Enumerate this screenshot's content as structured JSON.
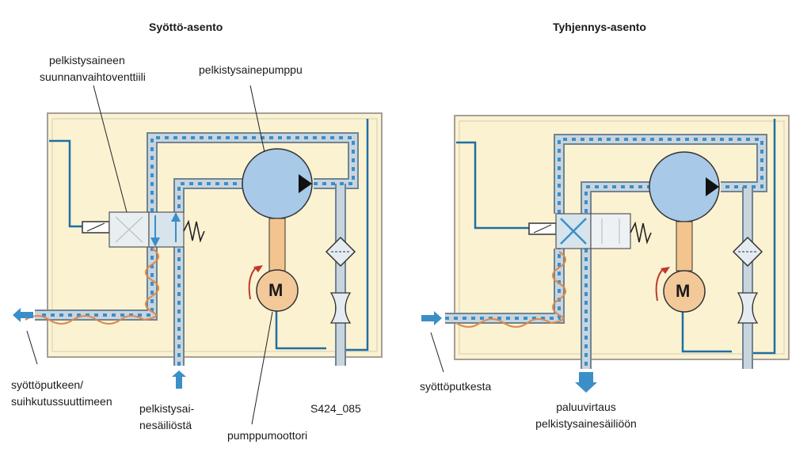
{
  "left": {
    "title": "Syöttö-asento",
    "valve_label_line1": "pelkistysaineen",
    "valve_label_line2": "suunnanvaihtoventtiili",
    "pump_label": "pelkistysainepumppu",
    "out_label_line1": "syöttöputkeen/",
    "out_label_line2": "suihkutussuuttimeen",
    "tank_label_line1": "pelkistysai-",
    "tank_label_line2": "nesäiliöstä",
    "motor_label": "pumppumoottori",
    "code": "S424_085",
    "motor_letter": "M"
  },
  "right": {
    "title": "Tyhjennys-asento",
    "in_label": "syöttöputkesta",
    "return_label_line1": "paluuvirtaus",
    "return_label_line2": "pelkistysainesäiliöön",
    "motor_letter": "M"
  },
  "colors": {
    "panel_fill": "#fbf2d2",
    "panel_border": "#a69f98",
    "pipe_fill": "#c8d5df",
    "pipe_edge": "#6f8492",
    "line_blue": "#1e6fa3",
    "arrow_blue": "#3b8fc9",
    "pump_fill": "#a8c9e8",
    "motor_fill": "#f4c99a",
    "shaft_fill": "#f3c48e",
    "heater_orange": "#e0884c"
  }
}
